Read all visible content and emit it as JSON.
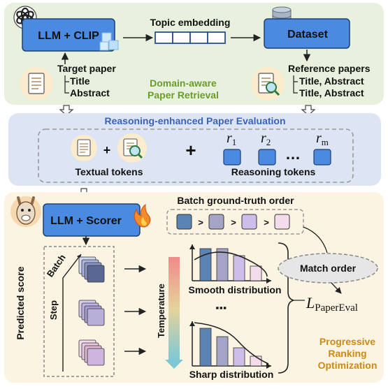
{
  "retrieval": {
    "llm_clip_label": "LLM + CLIP",
    "topic_embedding_label": "Topic embedding",
    "dataset_label": "Dataset",
    "target_paper_label": "Target paper",
    "target_fields": [
      "Title",
      "Abstract"
    ],
    "reference_label": "Reference papers",
    "reference_fields": [
      "Title, Abstract",
      "Title, Abstract"
    ],
    "section_title": [
      "Domain-aware",
      "Paper Retrieval"
    ]
  },
  "evaluation": {
    "section_title": "Reasoning-enhanced Paper Evaluation",
    "textual_tokens_label": "Textual tokens",
    "reasoning_tokens_label": "Reasoning tokens",
    "plus": "+",
    "token_symbols": [
      "r",
      "r",
      "r"
    ],
    "token_subscripts": [
      "1",
      "2",
      "m"
    ],
    "ellipsis": "…"
  },
  "ranking": {
    "llm_scorer_label": "LLM + Scorer",
    "batch_gt_label": "Batch ground-truth order",
    "gt_separator": ">",
    "predicted_score_label": "Predicted score",
    "batch_label": "Batch",
    "step_label": "Step",
    "temperature_label": "Temperature",
    "smooth_label": "Smooth distribution",
    "sharp_label": "Sharp distribution",
    "match_order_label": "Match order",
    "loss_symbol": "L",
    "loss_subscript": "PaperEval",
    "vertical_dots": "⋮",
    "section_title": [
      "Progressive",
      "Ranking",
      "Optimization"
    ]
  },
  "colors": {
    "retrieval_bg": "#e8f1dd",
    "evaluation_bg": "#dde5f4",
    "ranking_bg": "#fbf4e2",
    "box_blue": "#4a8ae0",
    "green_title": "#6a9c2a",
    "blue_title": "#3a63b5",
    "orange_title": "#cc8a12",
    "gt_colors": [
      "#5b84b4",
      "#a4a4c6",
      "#cdbde8",
      "#f4dcec"
    ]
  }
}
